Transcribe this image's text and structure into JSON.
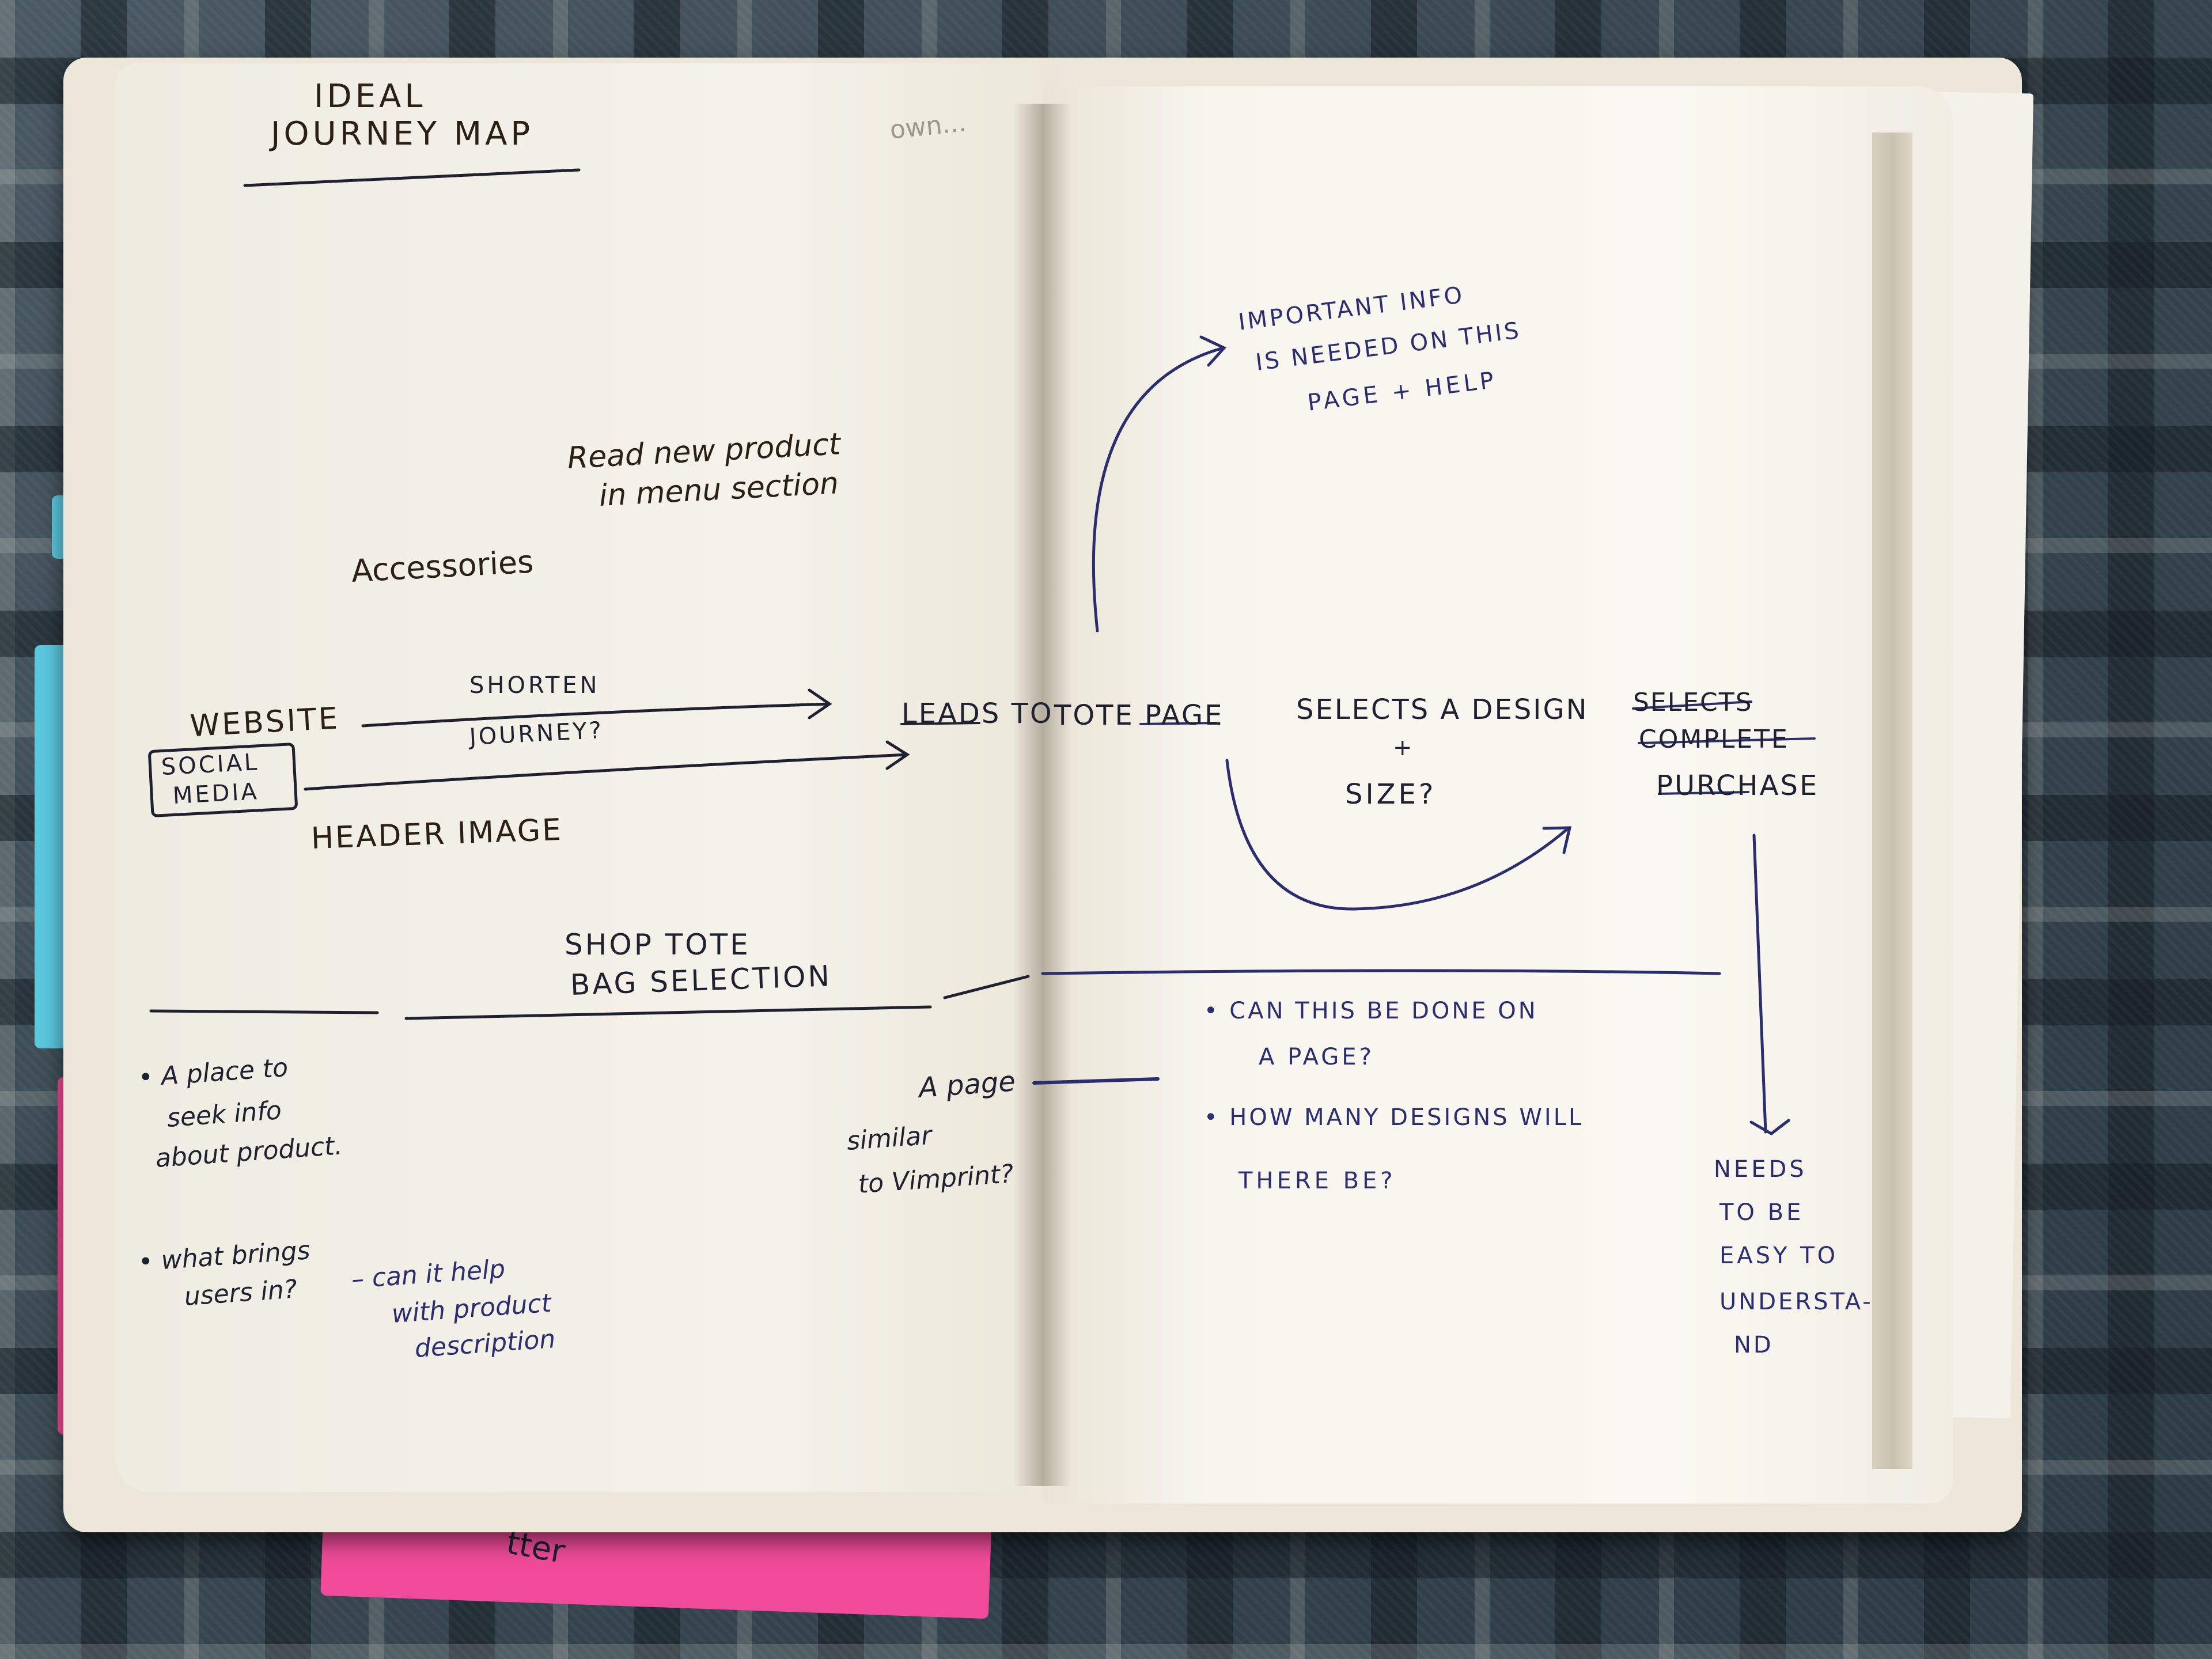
{
  "colors": {
    "ink_black": "#1f2130",
    "ink_blue": "#2a2d6e",
    "ink_brown": "#2a2015",
    "paper": "#f7f4ec",
    "tab_blue": "#5cc9df",
    "tab_pink": "#f04b9a",
    "plaid_dark": "#2c3a44"
  },
  "left_page": {
    "title_line1": "IDEAL",
    "title_line2": "JOURNEY MAP",
    "faint_note": "own...",
    "read_new_1": "Read new product",
    "read_new_2": "in menu section",
    "accessories": "Accessories",
    "shorten": "SHORTEN",
    "journey": "JOURNEY?",
    "website": "WEBSITE",
    "social": "SOCIAL",
    "media": "MEDIA",
    "header_image": "HEADER IMAGE",
    "shop_tote": "SHOP TOTE",
    "bag_selection": "BAG SELECTION",
    "place_1": "• A place to",
    "place_2": "seek info",
    "place_3": "about product.",
    "brings_1": "• what brings",
    "brings_2": "users in?",
    "help_1": "– can it help",
    "help_2": "with product",
    "help_3": "description",
    "page_1": "A page",
    "page_2": "similar",
    "page_3": "to Vimprint?",
    "leads": "LEADS TO",
    "tab_text": "tter"
  },
  "right_page": {
    "important_1": "IMPORTANT INFO",
    "important_2": "IS NEEDED ON THIS",
    "important_3": "PAGE + HELP",
    "tote_page": "TOTE PAGE",
    "selects_design": "SELECTS A DESIGN",
    "plus": "+",
    "size": "SIZE?",
    "selects_struck": "SELECTS",
    "complete": "COMPLETE",
    "purchase": "PURCHASE",
    "done_1": "• CAN THIS BE DONE ON",
    "done_2": "A PAGE?",
    "designs_1": "• HOW MANY DESIGNS WILL",
    "designs_2": "THERE BE?",
    "needs_1": "NEEDS",
    "needs_2": "TO BE",
    "needs_3": "EASY TO",
    "needs_4": "UNDERSTA-",
    "needs_5": "ND"
  }
}
